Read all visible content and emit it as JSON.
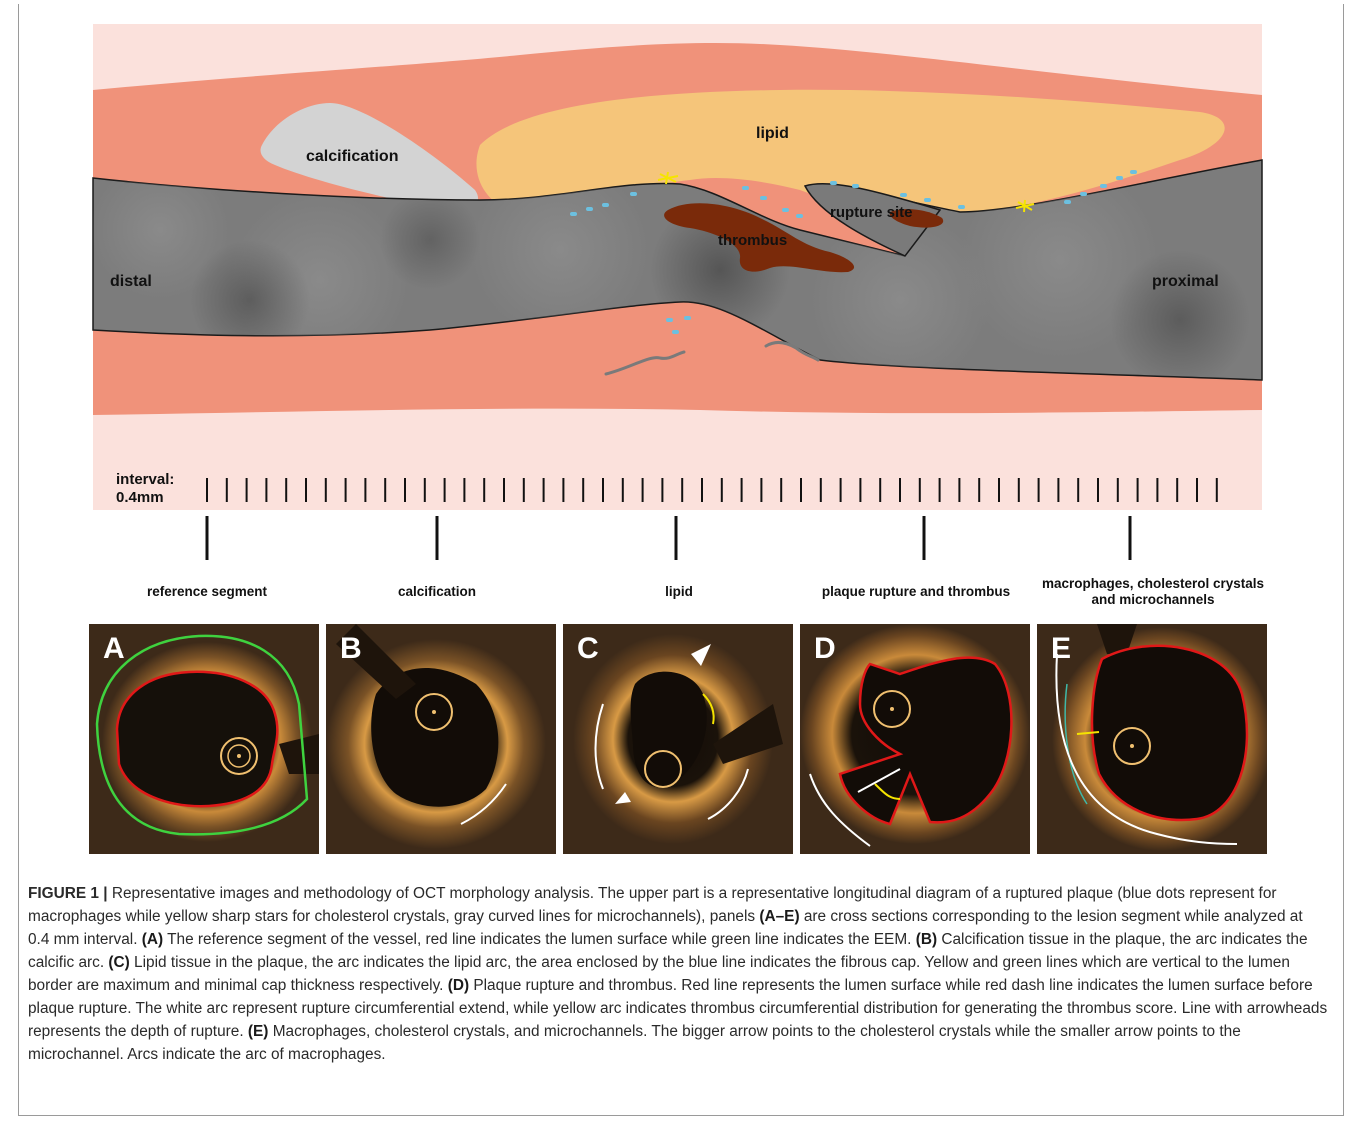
{
  "figure": {
    "diagram_labels": {
      "calcification": "calcification",
      "lipid": "lipid",
      "rupture_site": "rupture site",
      "thrombus": "thrombus",
      "distal": "distal",
      "proximal": "proximal",
      "interval_line1": "interval:",
      "interval_line2": "0.4mm"
    },
    "arrow_labels": [
      "reference segment",
      "calcification",
      "lipid",
      "plaque rupture and thrombus",
      "macrophages, cholesterol crystals and microchannels"
    ],
    "panels": [
      "A",
      "B",
      "C",
      "D",
      "E"
    ],
    "caption": {
      "title": "FIGURE 1 |",
      "intro": " Representative images and methodology of OCT morphology analysis. The upper part is a representative longitudinal diagram of a ruptured plaque (blue dots represent for macrophages while yellow sharp stars for cholesterol crystals, gray curved lines for microchannels), panels ",
      "panels_ref": "(A–E)",
      "intro2": " are cross sections corresponding to the lesion segment while analyzed at 0.4 mm interval. ",
      "a_tag": "(A)",
      "a_text": " The reference segment of the vessel, red line indicates the lumen surface while green line indicates the EEM. ",
      "b_tag": "(B)",
      "b_text": " Calcification tissue in the plaque, the arc indicates the calcific arc. ",
      "c_tag": "(C)",
      "c_text": " Lipid tissue in the plaque, the arc indicates the lipid arc, the area enclosed by the blue line indicates the fibrous cap. Yellow and green lines which are vertical to the lumen border are maximum and minimal cap thickness respectively. ",
      "d_tag": "(D)",
      "d_text": " Plaque rupture and thrombus. Red line represents the lumen surface while red dash line indicates the lumen surface before plaque rupture. The white arc represent rupture circumferential extend, while yellow arc indicates thrombus circumferential distribution for generating the thrombus score. Line with arrowheads represents the depth of rupture. ",
      "e_tag": "(E)",
      "e_text": " Macrophages, cholesterol crystals, and microchannels. The bigger arrow points to the cholesterol crystals while the smaller arrow points to the microchannel. Arcs indicate the arc of macrophages."
    }
  }
}
